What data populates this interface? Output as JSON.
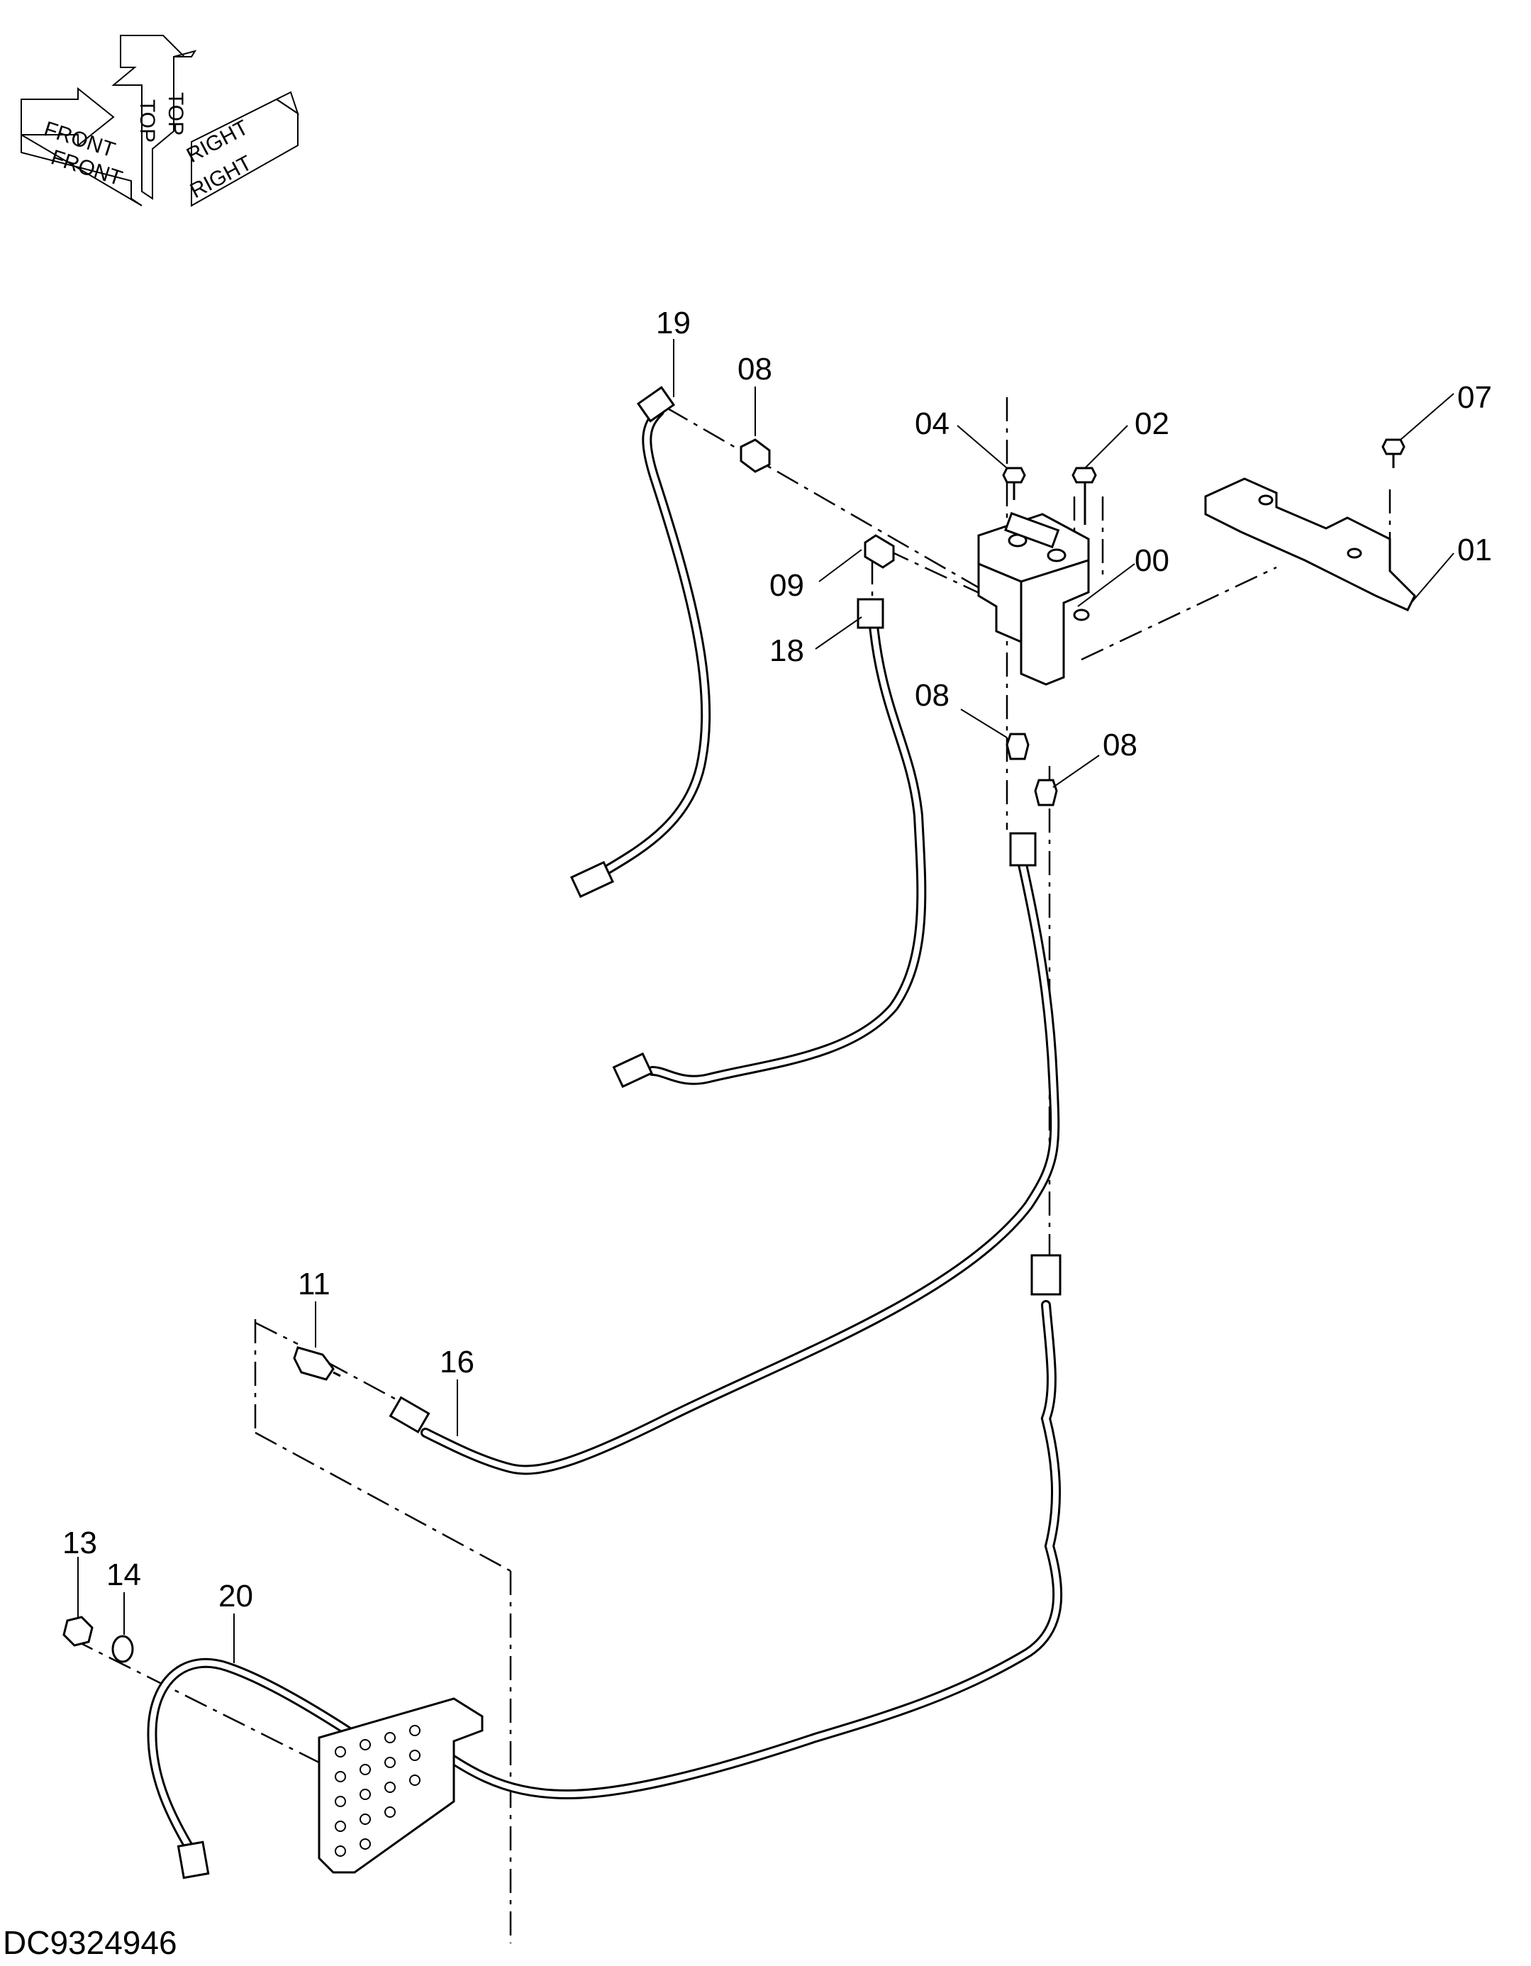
{
  "orientation": {
    "top": "TOP",
    "front": "FRONT",
    "right": "RIGHT"
  },
  "labels": [
    "19",
    "08",
    "04",
    "02",
    "07",
    "00",
    "01",
    "09",
    "18",
    "08",
    "08",
    "11",
    "16",
    "13",
    "14",
    "20"
  ],
  "drawing_code": "DC9324946"
}
